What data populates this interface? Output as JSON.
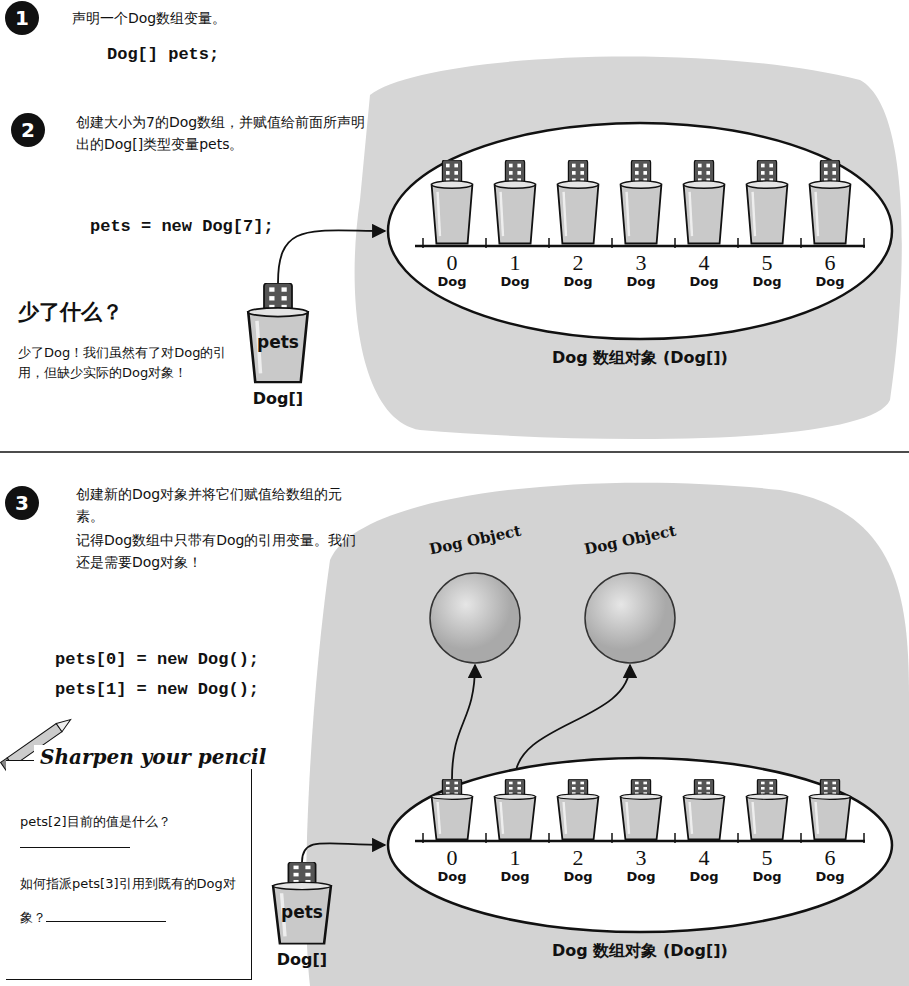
{
  "diagram": {
    "nodes": [
      {
        "text": [
          "Dog 数组对象 (Dog[])"
        ]
      },
      {
        "text": [
          "0",
          "Dog"
        ],
        "in": 0
      },
      {
        "text": [
          "1",
          "Dog"
        ],
        "in": 0
      },
      {
        "text": [
          "2",
          "Dog"
        ],
        "in": 0
      },
      {
        "text": [
          "3",
          "Dog"
        ],
        "in": 0
      },
      {
        "text": [
          "4",
          "Dog"
        ],
        "in": 0
      },
      {
        "text": [
          "5",
          "Dog"
        ],
        "in": 0
      },
      {
        "text": [
          "6",
          "Dog"
        ],
        "in": 0
      },
      {
        "text": [
          "pets",
          "Dog[]"
        ]
      },
      {
        "text": [
          "Dog Object"
        ]
      },
      {
        "text": [
          "Dog Object"
        ]
      },
      {
        "text": [
          "Dog 数组对象 (Dog[])"
        ]
      },
      {
        "text": [
          "0",
          "Dog"
        ],
        "in": 11
      },
      {
        "text": [
          "1",
          "Dog"
        ],
        "in": 11
      },
      {
        "text": [
          "2",
          "Dog"
        ],
        "in": 11
      },
      {
        "text": [
          "3",
          "Dog"
        ],
        "in": 11
      },
      {
        "text": [
          "4",
          "Dog"
        ],
        "in": 11
      },
      {
        "text": [
          "5",
          "Dog"
        ],
        "in": 11
      },
      {
        "text": [
          "6",
          "Dog"
        ],
        "in": 11
      },
      {
        "text": [
          "pets",
          "Dog[]"
        ]
      },
      {
        "text": [
          "Sharpen your pencil",
          "pets[2]目前的值是什么？",
          "如何指派pets[3]引用到既有的Dog对象？"
        ]
      }
    ],
    "edges": [
      {
        "from": 8,
        "to": 0,
        "arrow": "to"
      },
      {
        "from": 12,
        "to": 9,
        "arrow": "to"
      },
      {
        "from": 13,
        "to": 10,
        "arrow": "to"
      },
      {
        "from": 19,
        "to": 11,
        "arrow": "to"
      }
    ],
    "labels": [
      "1",
      "声明一个Dog数组变量。",
      "Dog[] pets;",
      "2",
      "创建大小为7的Dog数组，并赋值给前面所声明出的Dog[]类型变量pets。",
      "pets = new Dog[7];",
      "少了什么？",
      "少了Dog！我们虽然有了对Dog的引用，但缺少实际的Dog对象！",
      "3",
      "创建新的Dog对象并将它们赋值给数组的元素。",
      "记得Dog数组中只带有Dog的引用变量。我们还是需要Dog对象！",
      "pets[0] = new Dog();",
      "pets[1] = new Dog();"
    ]
  }
}
